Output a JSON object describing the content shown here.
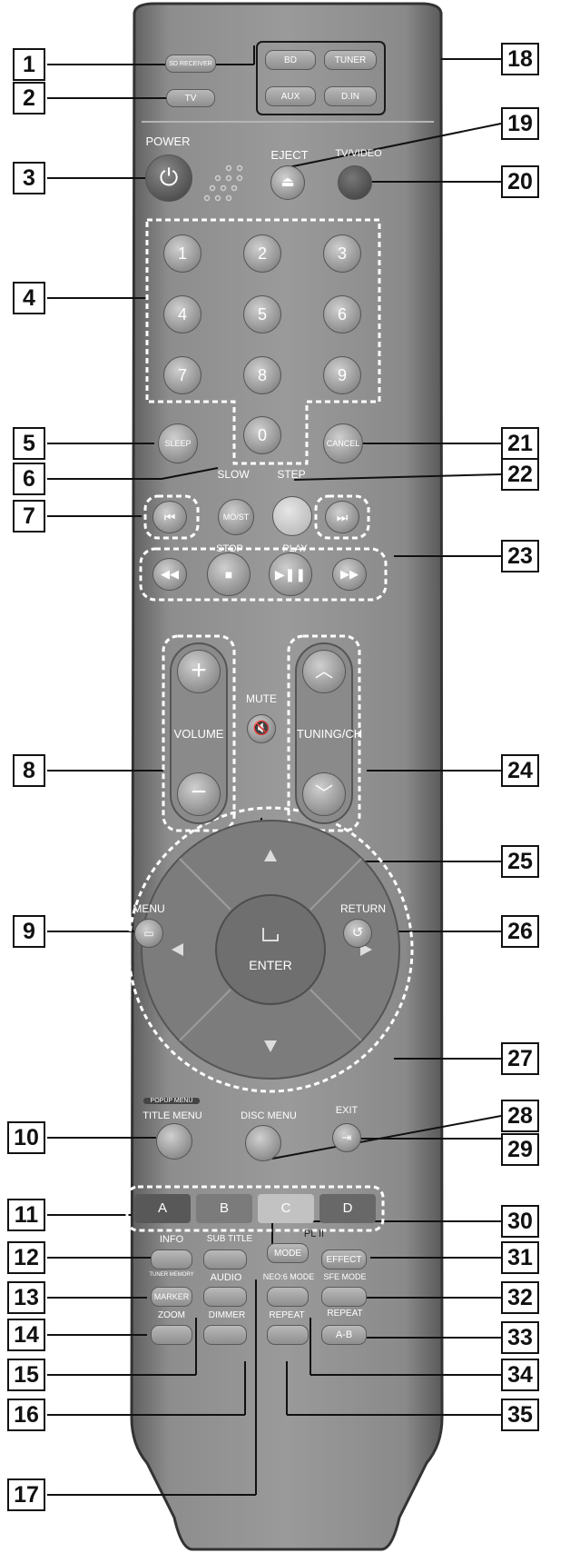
{
  "remote": {
    "callouts": [
      "1",
      "2",
      "3",
      "4",
      "5",
      "6",
      "7",
      "8",
      "9",
      "10",
      "11",
      "12",
      "13",
      "14",
      "15",
      "16",
      "17",
      "18",
      "19",
      "20",
      "21",
      "22",
      "23",
      "24",
      "25",
      "26",
      "27",
      "28",
      "29",
      "30",
      "31",
      "32",
      "33",
      "34",
      "35"
    ],
    "labels": {
      "sd_receiver": "SD RECEIVER",
      "tv": "TV",
      "bd": "BD",
      "tuner": "TUNER",
      "aux": "AUX",
      "din": "D.IN",
      "power": "POWER",
      "eject": "EJECT",
      "tv_video": "TV/VIDEO",
      "sleep": "SLEEP",
      "cancel": "CANCEL",
      "slow": "SLOW",
      "step": "STEP",
      "mo_st": "MO/ST",
      "stop": "STOP",
      "play": "PLAY",
      "mute": "MUTE",
      "volume": "VOLUME",
      "tuning_ch": "TUNING/CH",
      "menu": "MENU",
      "return": "RETURN",
      "enter": "ENTER",
      "popup_menu": "POPUP MENU",
      "title_menu": "TITLE MENU",
      "disc_menu": "DISC MENU",
      "exit": "EXIT",
      "a": "A",
      "b": "B",
      "c": "C",
      "d": "D",
      "info": "INFO",
      "sub_title": "SUB TITLE",
      "pl2": "PL II",
      "mode": "MODE",
      "effect": "EFFECT",
      "tuner_memory": "TUNER MEMORY",
      "marker": "MARKER",
      "audio": "AUDIO",
      "neo6_mode": "NEO:6 MODE",
      "sfe_mode": "SFE MODE",
      "zoom": "ZOOM",
      "repeat": "REPEAT",
      "repeat2": "REPEAT",
      "ab": "A-B",
      "dimmer": "DIMMER"
    },
    "digits": [
      "1",
      "2",
      "3",
      "4",
      "5",
      "6",
      "7",
      "8",
      "9",
      "0"
    ],
    "colors": {
      "body": "#8a8a8a",
      "body_dark": "#5e5e5e",
      "button": "#a4a4a4",
      "callout_border": "#111111"
    }
  }
}
